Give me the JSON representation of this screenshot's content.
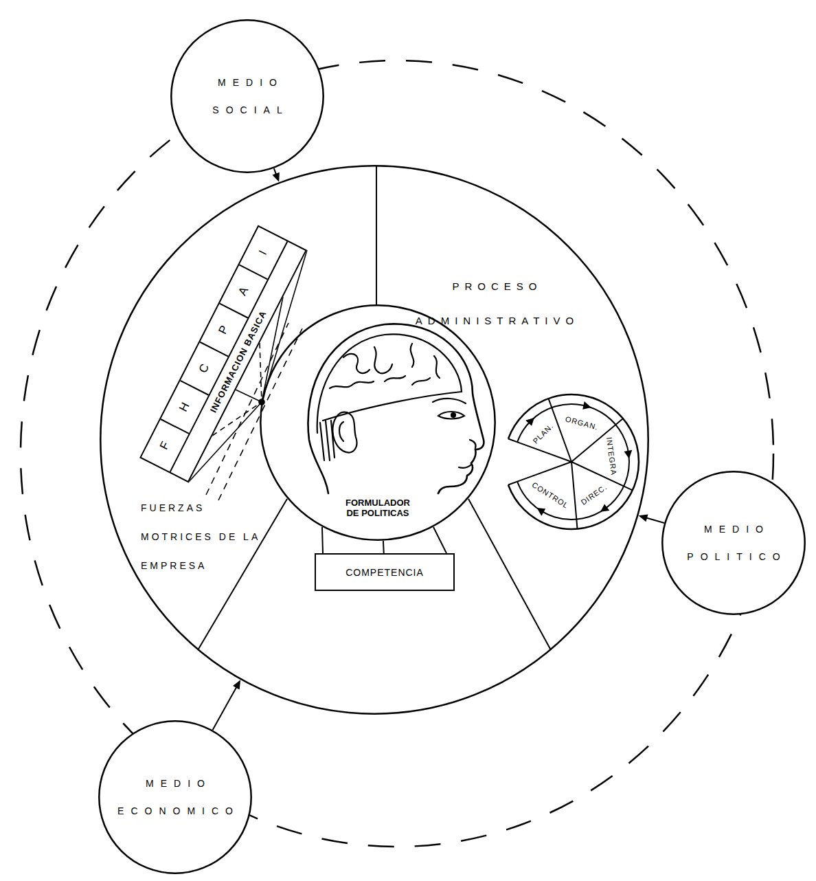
{
  "diagram": {
    "nodes": [
      {
        "text": [
          "MEDIO SOCIAL"
        ]
      },
      {
        "text": [
          "PROCESO ADMINISTRATIVO",
          "FUERZAS MOTRICES DE LA EMPRESA"
        ]
      },
      {
        "text": [
          "F",
          "H",
          "C",
          "P",
          "A",
          "I",
          "INFORMACION BASICA"
        ],
        "in": 1
      },
      {
        "text": [
          "FORMULADOR DE POLITICAS"
        ],
        "in": 1
      },
      {
        "text": [
          "COMPETENCIA"
        ],
        "in": 1
      },
      {
        "text": [
          "PLAN.",
          "ORGAN.",
          "INTEGRA",
          "DIREC.",
          "CONTROL"
        ],
        "in": 1
      },
      {
        "text": [
          "MEDIO POLITICO"
        ]
      },
      {
        "text": [
          "MEDIO ECONOMICO"
        ]
      }
    ],
    "edges": [
      {
        "from": 0,
        "to": 1,
        "arrow": "to"
      },
      {
        "from": 6,
        "to": 1,
        "arrow": "to"
      },
      {
        "from": 7,
        "to": 1,
        "arrow": "to"
      },
      {
        "from": 4,
        "to": 3,
        "arrow": "none"
      }
    ]
  }
}
